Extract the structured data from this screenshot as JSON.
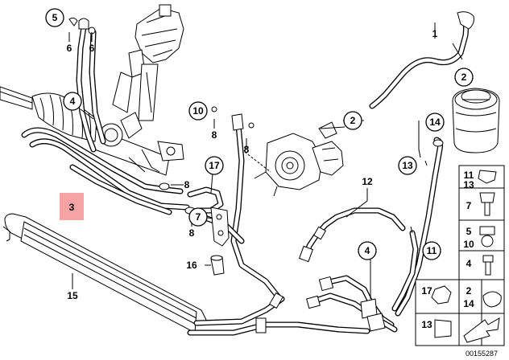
{
  "diagram_number": "00155287",
  "callouts": {
    "c1": "1",
    "c2a": "2",
    "c2b": "2",
    "c3": "3",
    "c4a": "4",
    "c4b": "4",
    "c5": "5",
    "c6a": "6",
    "c6b": "6",
    "c7": "7",
    "c8a": "8",
    "c8b": "8",
    "c8c": "8",
    "c8d": "8",
    "c10": "10",
    "c11": "11",
    "c12": "12",
    "c13": "13",
    "c14": "14",
    "c15": "15",
    "c16": "16",
    "c17": "17"
  },
  "legend": {
    "l11": "11",
    "l13": "13",
    "l7": "7",
    "l5": "5",
    "l10": "10",
    "l4": "4",
    "l17": "17",
    "l2": "2",
    "l14": "14",
    "l13b": "13"
  },
  "colors": {
    "highlight": "#f5a3a3",
    "line": "#000000"
  }
}
